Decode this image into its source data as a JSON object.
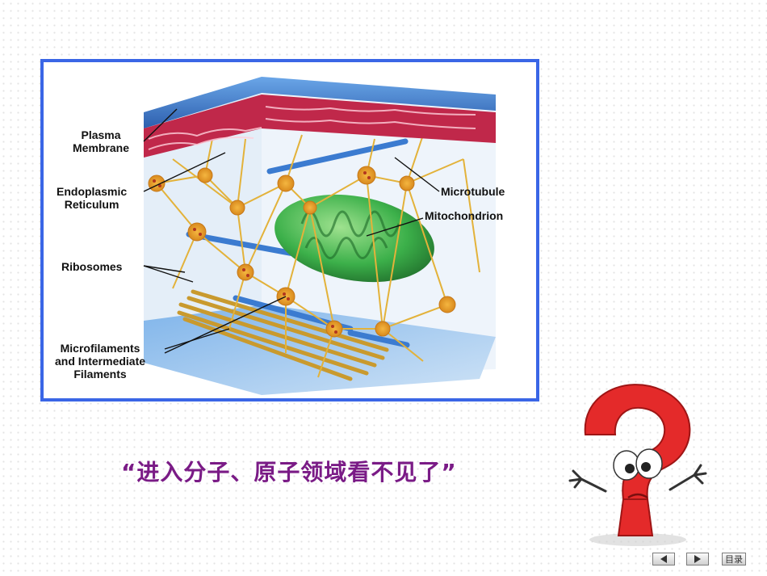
{
  "figure": {
    "labels": {
      "plasma_membrane": "Plasma\nMembrane",
      "endoplasmic_reticulum": "Endoplasmic\nReticulum",
      "ribosomes": "Ribosomes",
      "microfilaments": "Microfilaments\nand Intermediate\nFilaments",
      "microtubule": "Microtubule",
      "mitochondrion": "Mitochondrion"
    }
  },
  "caption": "“进入分子、原子领域看不见了”",
  "nav": {
    "menu_label": "目录"
  },
  "colors": {
    "frame_border": "#3a66e6",
    "caption": "#7a1b86",
    "membrane": "#c0284a",
    "microtubule": "#3b7bd0",
    "mitochondrion": "#3aa44a",
    "filament": "#e3b23a",
    "mascot": "#e42a2a"
  },
  "icons": [
    "prev-arrow-icon",
    "next-arrow-icon",
    "question-mark-mascot-icon"
  ]
}
